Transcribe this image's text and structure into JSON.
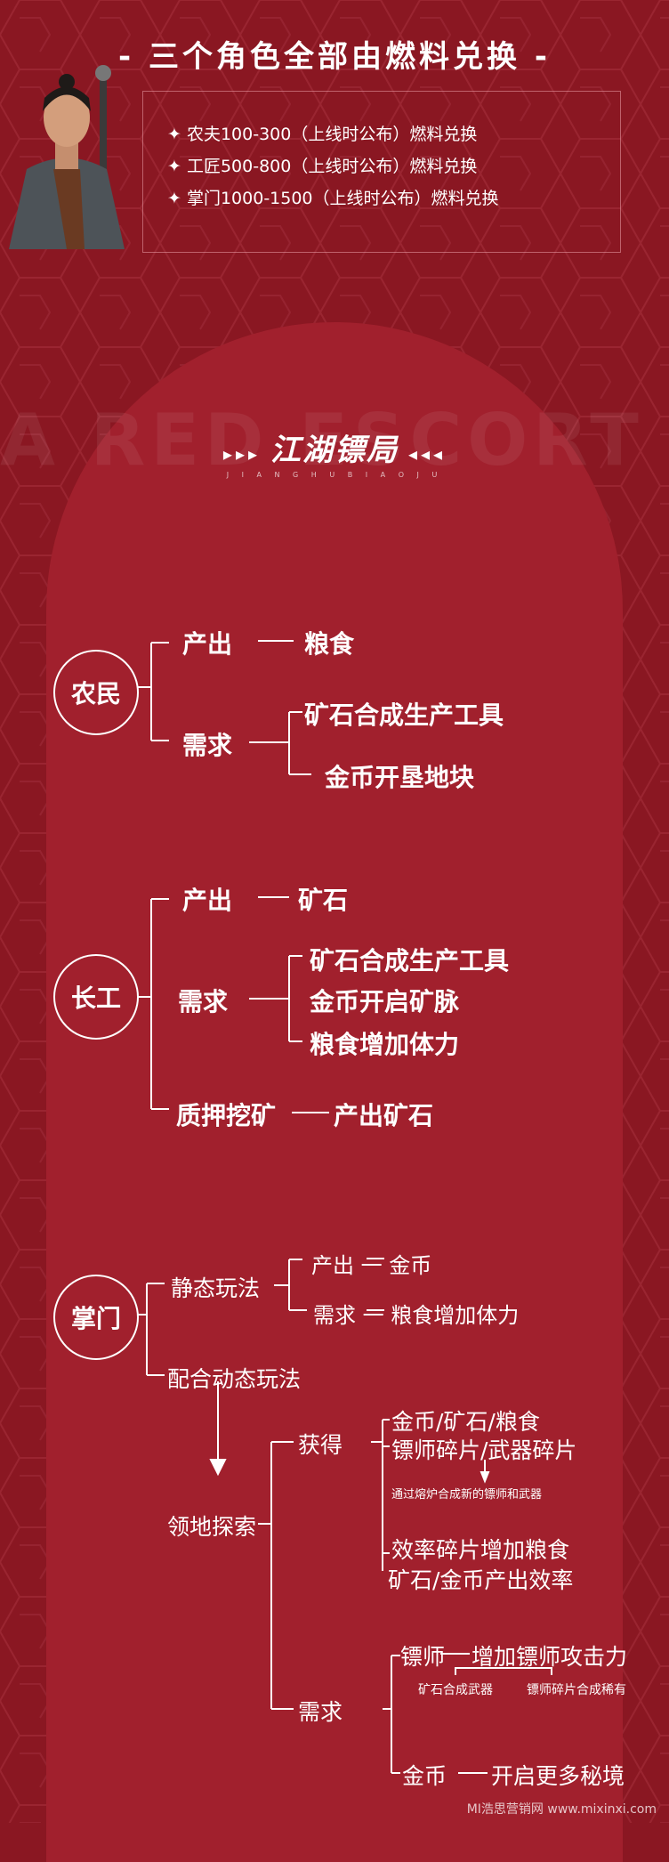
{
  "header": {
    "title": "- 三个角色全部由燃料兑换 -",
    "lines": [
      "✦ 农夫100-300（上线时公布）燃料兑换",
      "✦ 工匠500-800（上线时公布）燃料兑换",
      "✦ 掌门1000-1500（上线时公布）燃料兑换"
    ]
  },
  "banner": {
    "watermark": "A RED ESCORT",
    "logo": "江湖镖局",
    "logo_sub": "J I A N G H U B I A O J U"
  },
  "farmer": {
    "role": "农民",
    "output_label": "产出",
    "output_value": "粮食",
    "need_label": "需求",
    "needs": [
      "矿石合成生产工具",
      "金币开垦地块"
    ]
  },
  "worker": {
    "role": "长工",
    "output_label": "产出",
    "output_value": "矿石",
    "need_label": "需求",
    "needs": [
      "矿石合成生产工具",
      "金币开启矿脉",
      "粮食增加体力"
    ],
    "pledge_label": "质押挖矿",
    "pledge_value": "产出矿石"
  },
  "master": {
    "role": "掌门",
    "static_label": "静态玩法",
    "static_output": "产出 一 金币",
    "static_need": "需求 一 粮食增加体力",
    "dynamic_label": "配合动态玩法",
    "explore_label": "领地探索",
    "gain_label": "获得",
    "gains": [
      "金币/矿石/粮食",
      "镖师碎片/武器碎片"
    ],
    "gain_note": "通过熔炉合成新的镖师和武器",
    "gains2": [
      "效率碎片增加粮食",
      "矿石/金币产出效率"
    ],
    "need_label": "需求",
    "need_escort": "镖师",
    "need_escort_value": "增加镖师攻击力",
    "need_notes": [
      "矿石合成武器",
      "镖师碎片合成稀有"
    ],
    "need_gold": "金币",
    "need_gold_value": "开启更多秘境"
  },
  "footer": "MI浩思营销网 www.mixinxi.com"
}
